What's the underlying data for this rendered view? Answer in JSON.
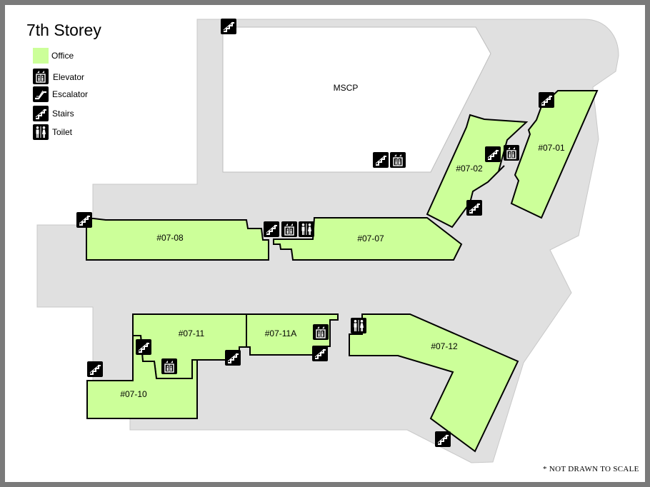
{
  "title": "7th Storey",
  "note": "* NOT DRAWN TO SCALE",
  "colors": {
    "office": "#ccff99",
    "floor": "#e0e0e0",
    "frame": "#7a7a7a",
    "background": "#ffffff"
  },
  "legend": {
    "office": "Office",
    "elevator": "Elevator",
    "escalator": "Escalator",
    "stairs": "Stairs",
    "toilet": "Toilet"
  },
  "areas": {
    "mscp": "MSCP"
  },
  "units": {
    "u0701": "#07-01",
    "u0702": "#07-02",
    "u0707": "#07-07",
    "u0708": "#07-08",
    "u0710": "#07-10",
    "u0711": "#07-11",
    "u0711a": "#07-11A",
    "u0712": "#07-12"
  },
  "icons": [
    "stairs-icon",
    "elevator-icon",
    "escalator-icon",
    "toilet-icon"
  ]
}
